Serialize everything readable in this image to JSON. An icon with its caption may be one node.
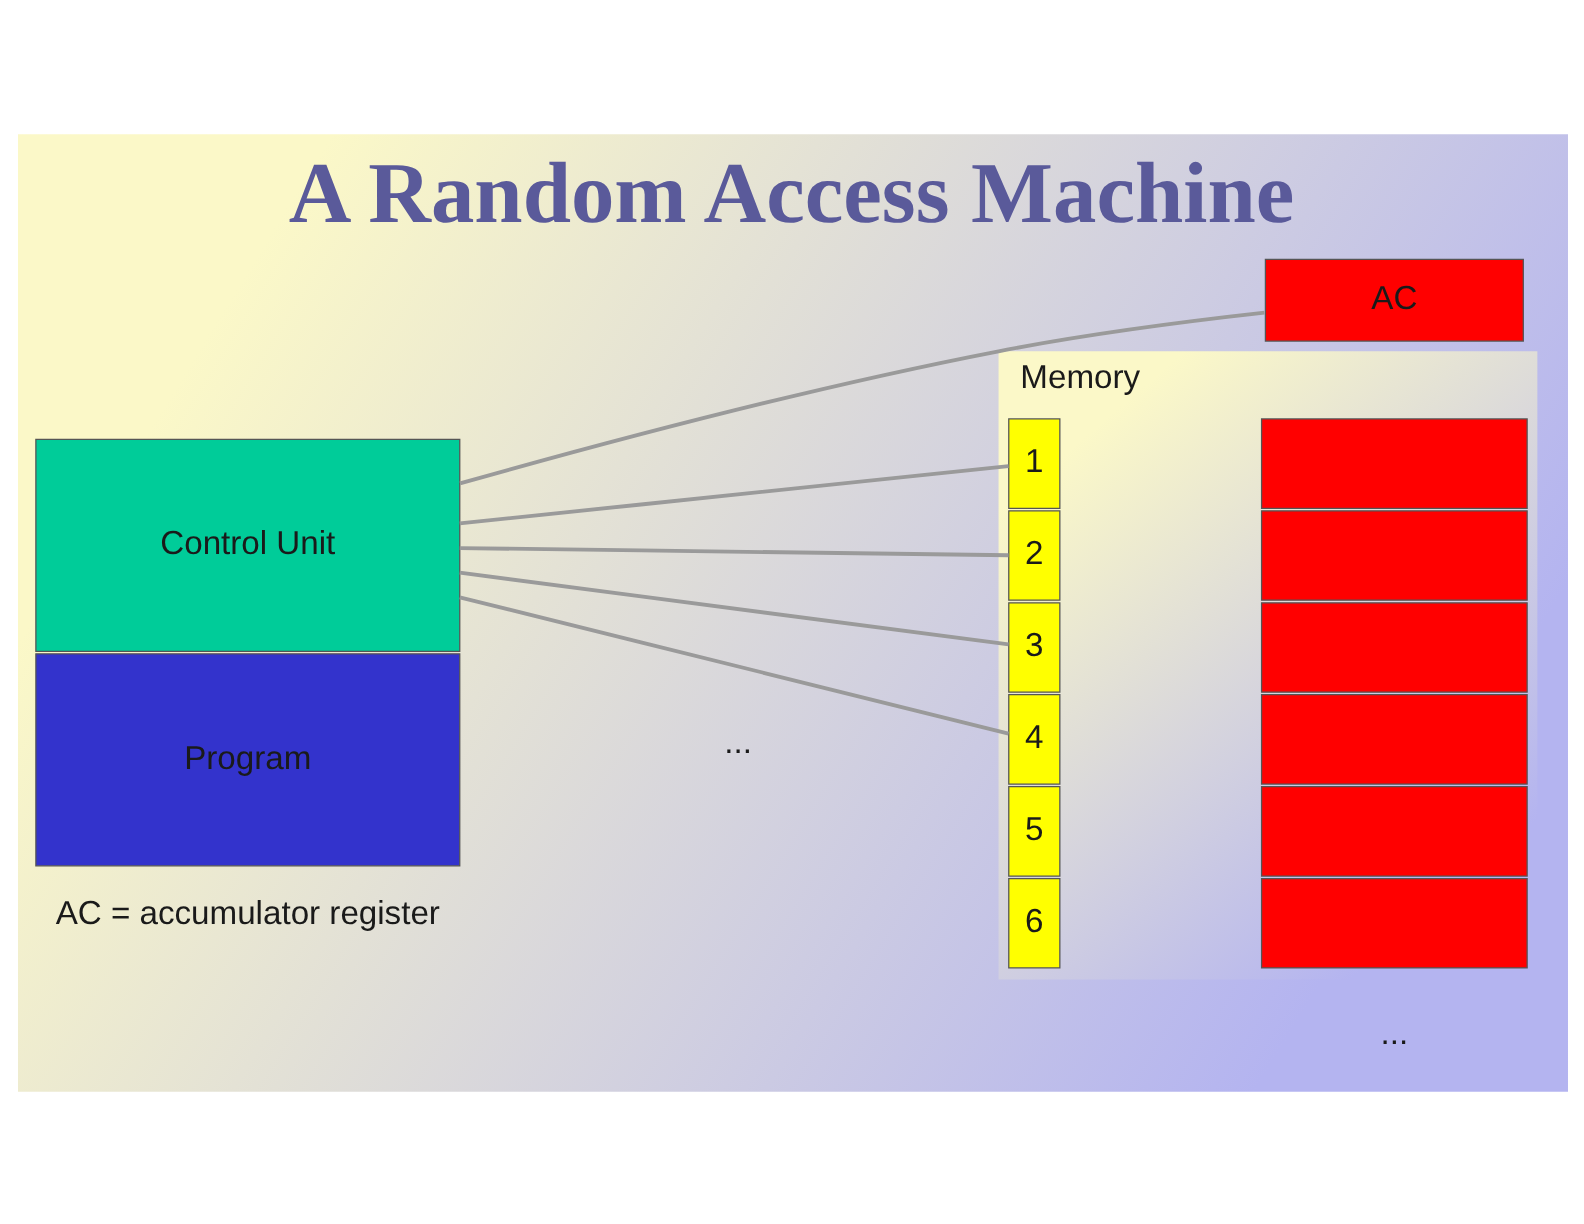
{
  "diagram": {
    "title": "A Random Access Machine",
    "nodes": [
      {
        "text": [
          "Control Unit"
        ]
      },
      {
        "text": [
          "Program"
        ]
      },
      {
        "text": [
          "AC"
        ]
      },
      {
        "text": [
          "Memory"
        ]
      },
      {
        "text": [
          "1"
        ],
        "in": 3
      },
      {
        "text": [
          "2"
        ],
        "in": 3
      },
      {
        "text": [
          "3"
        ],
        "in": 3
      },
      {
        "text": [
          "4"
        ],
        "in": 3
      },
      {
        "text": [
          "5"
        ],
        "in": 3
      },
      {
        "text": [
          "6"
        ],
        "in": 3
      },
      {
        "text": [],
        "shape": "box",
        "in": 3
      },
      {
        "text": [],
        "shape": "box",
        "in": 3
      },
      {
        "text": [],
        "shape": "box",
        "in": 3
      },
      {
        "text": [],
        "shape": "box",
        "in": 3
      },
      {
        "text": [],
        "shape": "box",
        "in": 3
      },
      {
        "text": [],
        "shape": "box",
        "in": 3
      }
    ],
    "edges": [
      {
        "from": 0,
        "to": 2,
        "arrow": "none"
      },
      {
        "from": 0,
        "to": 4,
        "arrow": "none"
      },
      {
        "from": 0,
        "to": 5,
        "arrow": "none"
      },
      {
        "from": 0,
        "to": 6,
        "arrow": "none"
      },
      {
        "from": 0,
        "to": 7,
        "arrow": "none"
      }
    ],
    "labels": [
      "...",
      "AC = accumulator register",
      "..."
    ]
  }
}
